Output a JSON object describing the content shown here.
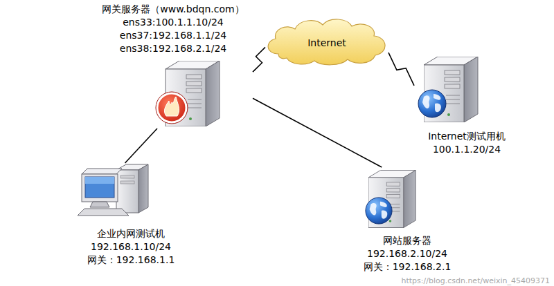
{
  "diagram": {
    "nodes": [
      {
        "text": [
          "网关服务器（www.bdqn.com）",
          "ens33:100.1.1.10/24",
          "ens37:192.168.1.1/24",
          "ens38:192.168.2.1/24"
        ]
      },
      {
        "text": [
          "Internet"
        ]
      },
      {
        "text": [
          "Internet测试用机",
          "100.1.1.20/24"
        ]
      },
      {
        "text": [
          "企业内网测试机",
          "192.168.1.10/24",
          "网关：192.168.1.1"
        ]
      },
      {
        "text": [
          "网站服务器",
          "192.168.2.10/24",
          "网关：192.168.2.1"
        ]
      }
    ],
    "edges": [
      {
        "from": 0,
        "to": 1,
        "arrow": "none"
      },
      {
        "from": 1,
        "to": 2,
        "arrow": "none"
      },
      {
        "from": 0,
        "to": 3,
        "arrow": "none"
      },
      {
        "from": 0,
        "to": 4,
        "arrow": "none"
      }
    ],
    "labels": [
      "https://blog.csdn.net/weixin_45409371"
    ]
  }
}
